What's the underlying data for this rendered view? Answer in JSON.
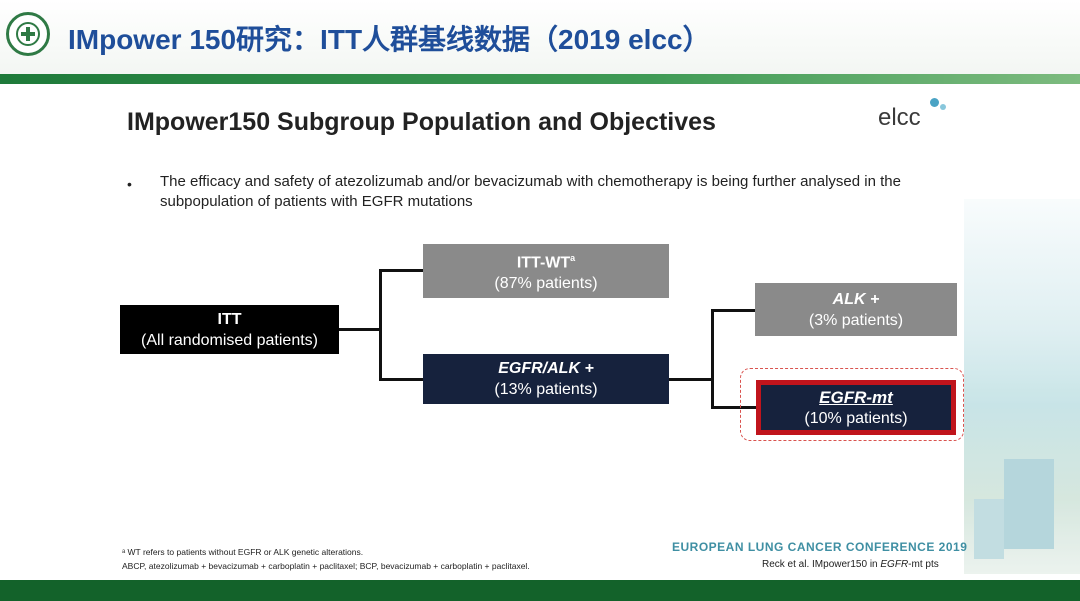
{
  "header": {
    "title": "IMpower 150研究：ITT人群基线数据（2019 elcc）",
    "logo_icon": "hospital-emblem-icon",
    "accent_color": "#1f4e9a",
    "rule_color": "#1e7a3a"
  },
  "slide": {
    "title": "IMpower150 Subgroup Population and Objectives",
    "brand_logo": "elcc",
    "bullet": "The efficacy and safety of atezolizumab and/or bevacizumab with chemotherapy is being further analysed in the subpopulation of patients with EGFR mutations",
    "boxes": {
      "itt": {
        "line1": "ITT",
        "line2": "(All randomised patients)"
      },
      "itt_wt": {
        "line1": "ITT-WT",
        "sup": "a",
        "line2": "(87% patients)"
      },
      "egfr_alk": {
        "line1": "EGFR/ALK +",
        "line2": "(13% patients)"
      },
      "alk": {
        "line1": "ALK +",
        "line2": "(3% patients)"
      },
      "egfr_mt": {
        "line1": "EGFR-mt",
        "line2": "(10% patients)"
      }
    },
    "footnote_line1": "ᵃ WT refers to patients without EGFR or ALK genetic alterations.",
    "footnote_line2": "ABCP, atezolizumab + bevacizumab + carboplatin + paclitaxel; BCP, bevacizumab + carboplatin + paclitaxel.",
    "conference": "EUROPEAN LUNG CANCER CONFERENCE 2019",
    "reference_prefix": "Reck et al. IMpower150 in ",
    "reference_italic": "EGFR",
    "reference_suffix": "-mt pts",
    "colors": {
      "navy": "#16223d",
      "grey": "#8a8a8a",
      "highlight_red": "#c0141c",
      "footer_green": "#13622a"
    }
  }
}
